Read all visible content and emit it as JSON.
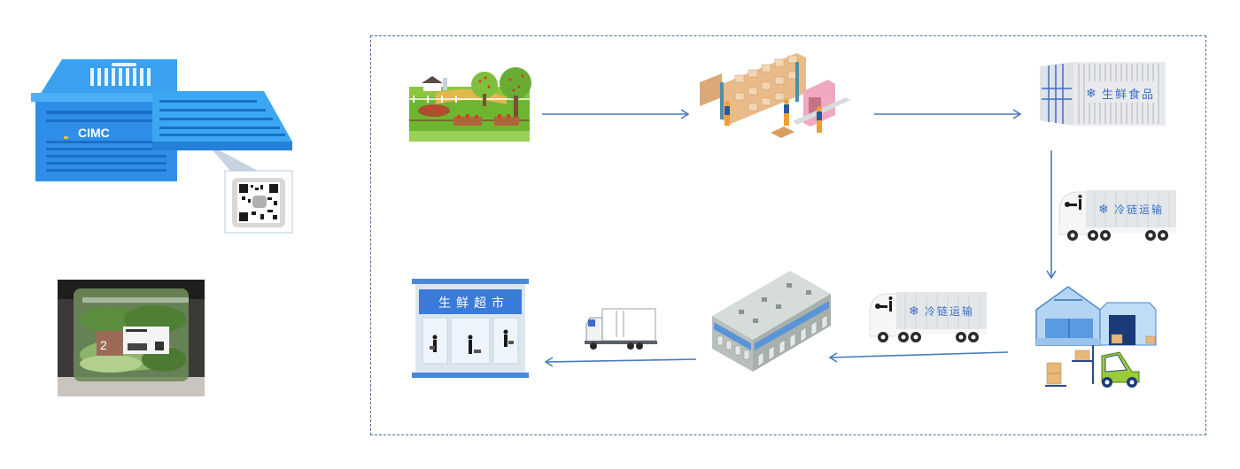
{
  "diagram": {
    "title": "",
    "flow_direction": "clockwise",
    "left_panel": {
      "crate": {
        "brand_label": "CIMC",
        "description": "blue folding plastic crate with QR code tag"
      },
      "product": {
        "description": "packaged leafy greens with label",
        "label_number": "2"
      }
    },
    "nodes": [
      {
        "id": "farm",
        "label": "",
        "description": "orchard / farm"
      },
      {
        "id": "processing",
        "label": "",
        "description": "sorting and packing warehouse"
      },
      {
        "id": "container",
        "label": "生鲜食品",
        "description": "refrigerated container"
      },
      {
        "id": "truck1",
        "label": "冷链运输",
        "description": "cold-chain truck"
      },
      {
        "id": "cold-storage",
        "label": "",
        "description": "cold storage with forklift"
      },
      {
        "id": "truck2",
        "label": "冷链运输",
        "description": "cold-chain truck"
      },
      {
        "id": "distribution-center",
        "label": "",
        "description": "distribution center"
      },
      {
        "id": "delivery-truck",
        "label": "",
        "description": "delivery truck"
      },
      {
        "id": "supermarket",
        "label": "生鲜超市",
        "description": "fresh supermarket"
      }
    ],
    "edges": [
      {
        "from": "farm",
        "to": "processing"
      },
      {
        "from": "processing",
        "to": "container"
      },
      {
        "from": "container",
        "to": "cold-storage"
      },
      {
        "from": "cold-storage",
        "to": "distribution-center"
      },
      {
        "from": "distribution-center",
        "to": "supermarket"
      }
    ],
    "colors": {
      "arrow": "#4a7ab8",
      "frame": "#4a6f9c",
      "crate": "#2f8fe8",
      "label_text": "#3a6fc4"
    }
  }
}
